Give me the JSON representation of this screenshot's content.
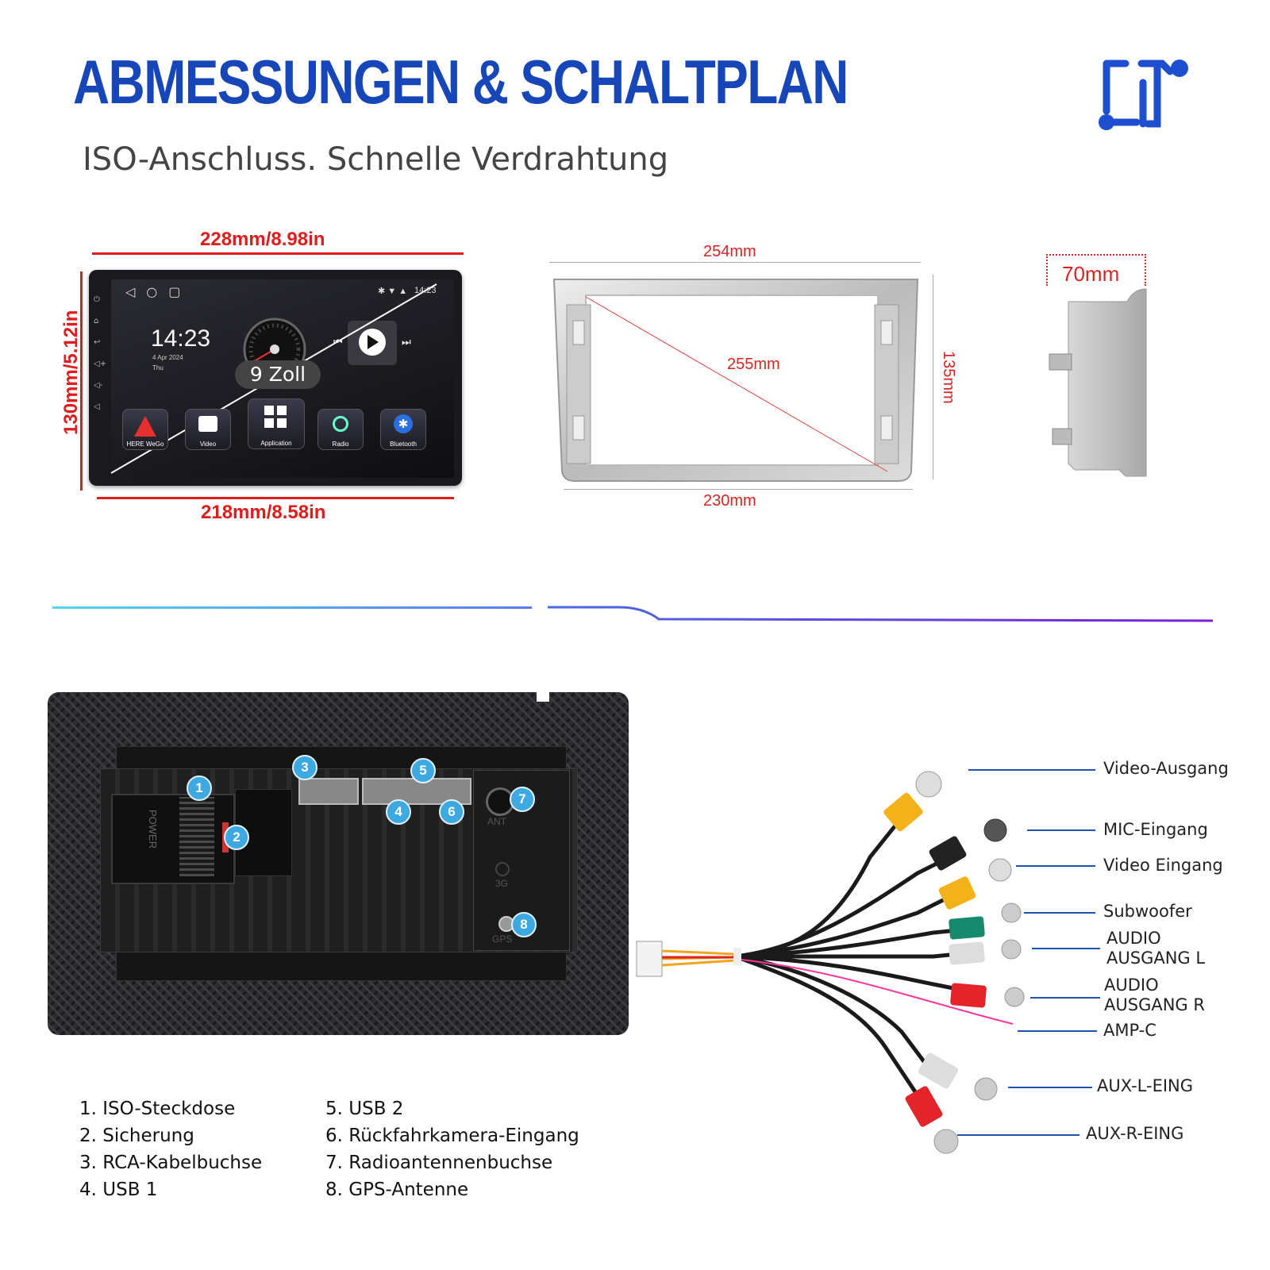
{
  "header": {
    "title": "ABMESSUNGEN & SCHALTPLAN",
    "subtitle": "ISO-Anschluss. Schnelle Verdrahtung"
  },
  "head_unit": {
    "width_top": "228mm/8.98in",
    "width_bottom": "218mm/8.58in",
    "height": "130mm/5.12in",
    "screen_size": "9 Zoll",
    "clock": "14:23",
    "date": "4 Apr 2024",
    "day": "Thu",
    "status_time": "14:23",
    "apps": [
      "HERE WeGo",
      "Video",
      "Application",
      "Radio",
      "Bluetooth"
    ]
  },
  "frame": {
    "top": "254mm",
    "diagonal": "255mm",
    "bottom": "230mm",
    "height": "135mm",
    "depth": "70mm"
  },
  "back_panel": {
    "labels": [
      "POWER",
      "ANT",
      "3G",
      "GPS"
    ]
  },
  "legend": {
    "left": [
      "1. ISO-Steckdose",
      "2. Sicherung",
      "3. RCA-Kabelbuchse",
      "4. USB 1"
    ],
    "right": [
      "5. USB 2",
      "6. Rückfahrkamera-Eingang",
      "7. Radioantennenbuchse",
      "8. GPS-Antenne"
    ]
  },
  "cable": {
    "video_out": "Video-Ausgang",
    "mic_in": "MIC-Eingang",
    "video_in": "Video Eingang",
    "subwoofer": "Subwoofer",
    "audio_l_1": "AUDIO",
    "audio_l_2": "AUSGANG L",
    "audio_r_1": "AUDIO",
    "audio_r_2": "AUSGANG R",
    "amp": "AMP-C",
    "aux_l": "AUX-L-EING",
    "aux_r": "AUX-R-EING"
  },
  "colors": {
    "title_blue": "#1746b8",
    "dimension_red": "#e01c1c",
    "badge_blue": "#3ea8e0"
  }
}
